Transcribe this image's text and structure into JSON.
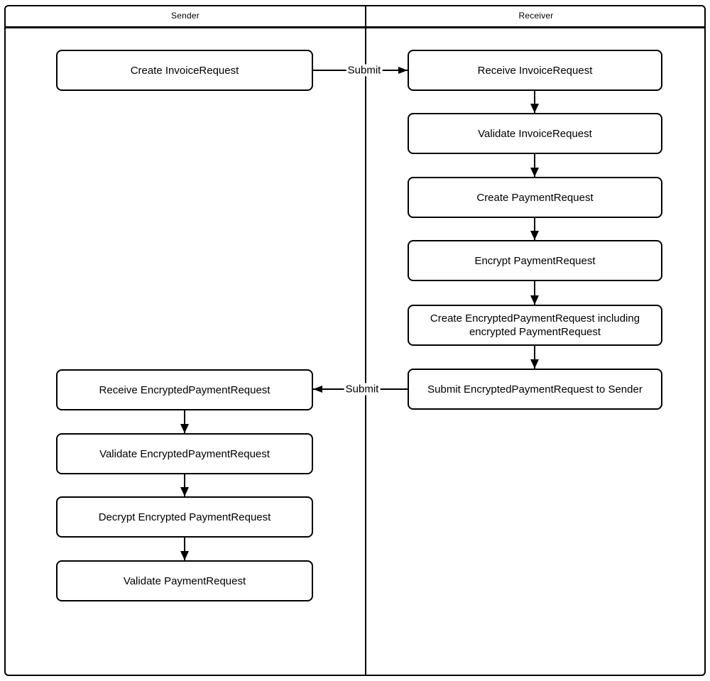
{
  "lanes": [
    {
      "label": "Sender"
    },
    {
      "label": "Receiver"
    }
  ],
  "sender_nodes": [
    {
      "label": "Create InvoiceRequest"
    },
    {
      "label": "Receive EncryptedPaymentRequest"
    },
    {
      "label": "Validate EncryptedPaymentRequest"
    },
    {
      "label": "Decrypt Encrypted PaymentRequest"
    },
    {
      "label": "Validate PaymentRequest"
    }
  ],
  "receiver_nodes": [
    {
      "label": "Receive InvoiceRequest"
    },
    {
      "label": "Validate InvoiceRequest"
    },
    {
      "label": "Create PaymentRequest"
    },
    {
      "label": "Encrypt PaymentRequest"
    },
    {
      "label": "Create EncryptedPaymentRequest including encrypted PaymentRequest"
    },
    {
      "label": "Submit EncryptedPaymentRequest to Sender"
    }
  ],
  "edge_labels": [
    {
      "label": "Submit"
    },
    {
      "label": "Submit"
    }
  ],
  "colors": {
    "stroke": "#000000",
    "fill": "#ffffff"
  }
}
